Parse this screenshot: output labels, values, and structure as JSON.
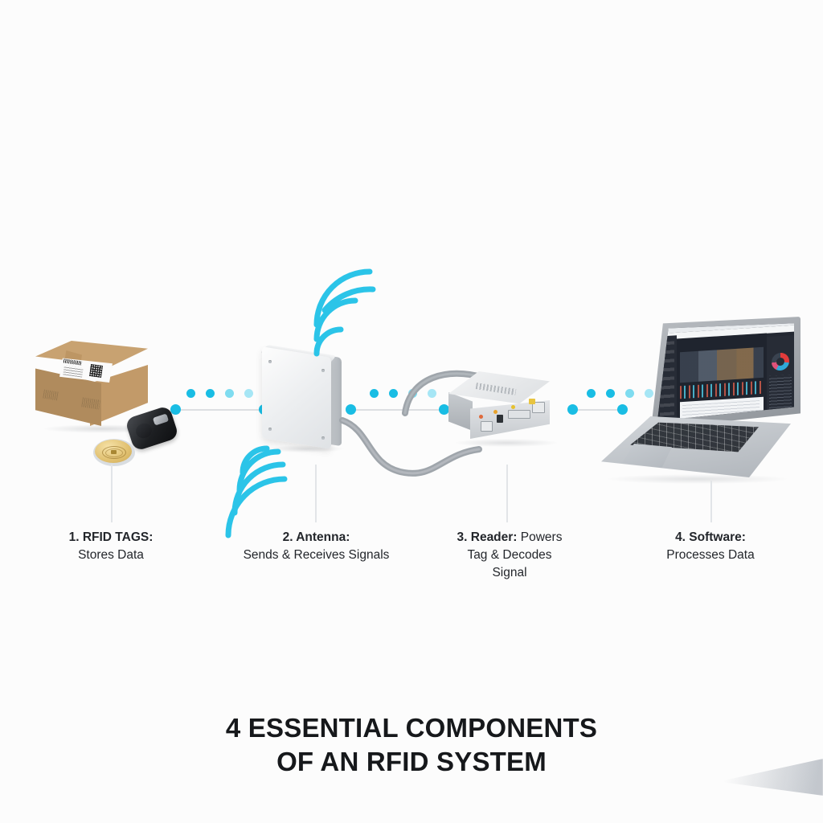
{
  "title": {
    "line1": "4 ESSENTIAL COMPONENTS",
    "line2": "OF AN RFID SYSTEM"
  },
  "colors": {
    "background": "#fcfcfc",
    "accent_cyan": "#19bde4",
    "wave_cyan": "#2bc4e8",
    "connector_line": "#dcdfe2",
    "leader_line": "#e2e5e8",
    "text_dark": "#23262b",
    "title_dark": "#16181b",
    "box_cardboard": "#c29a69",
    "coin_gold": "#e0bf6e",
    "device_silver": "#d9dcdf",
    "screen_dark": "#232832"
  },
  "components": [
    {
      "number": "1.",
      "name": "RFID TAGS:",
      "description": "Stores Data",
      "label_heading": "1. RFID TAGS:",
      "visual": "cardboard-box-with-shipping-label-keyfob-and-coin-tag",
      "parts": [
        "cardboard-box",
        "shipping-label",
        "qr-code",
        "barcode",
        "key-fob-tag",
        "coin-disc-tag"
      ]
    },
    {
      "number": "2.",
      "name": "Antenna:",
      "description": "Sends & Receives Signals",
      "label_heading": "2. Antenna:",
      "visual": "white-square-panel-antenna-with-radio-waves",
      "parts": [
        "panel-antenna",
        "corner-screws",
        "radio-waves-upper",
        "radio-waves-lower",
        "coax-cable"
      ]
    },
    {
      "number": "3.",
      "name": "Reader:",
      "description": "Powers Tag & Decodes Signal",
      "description_lines": [
        "Powers",
        "Tag & Decodes",
        "Signal"
      ],
      "label_heading": "3. Reader:",
      "visual": "silver-metal-rfid-reader-box-with-ports",
      "parts": [
        "reader-chassis",
        "ethernet-port",
        "antenna-port",
        "status-leds",
        "power-cable"
      ]
    },
    {
      "number": "4.",
      "name": "Software:",
      "description": "Processes Data",
      "label_heading": "4. Software:",
      "visual": "laptop-showing-dark-analytics-dashboard",
      "parts": [
        "laptop-lid",
        "laptop-screen",
        "dashboard-sidebar",
        "dashboard-tiles",
        "donut-chart",
        "data-table",
        "keyboard",
        "trackpad"
      ]
    }
  ],
  "connectors": {
    "segments": [
      {
        "from": "rfid-tags",
        "to": "antenna",
        "dot_count": 4
      },
      {
        "from": "antenna",
        "to": "reader",
        "dot_count": 4
      },
      {
        "from": "reader",
        "to": "software",
        "dot_count": 4
      }
    ]
  }
}
